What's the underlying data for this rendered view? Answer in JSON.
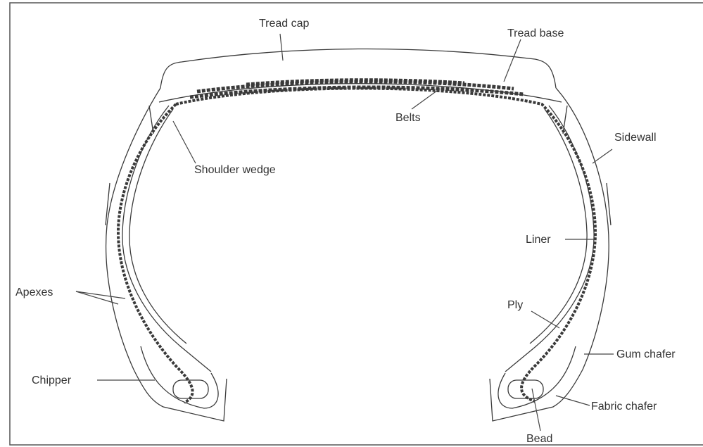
{
  "labels": {
    "tread_cap": "Tread cap",
    "tread_base": "Tread base",
    "belts": "Belts",
    "sidewall": "Sidewall",
    "shoulder_wedge": "Shoulder wedge",
    "liner": "Liner",
    "apexes": "Apexes",
    "ply": "Ply",
    "gum_chafer": "Gum chafer",
    "chipper": "Chipper",
    "fabric_chafer": "Fabric chafer",
    "bead": "Bead"
  },
  "colors": {
    "line": "#3a3a3a",
    "text": "#333333",
    "background": "#ffffff"
  }
}
